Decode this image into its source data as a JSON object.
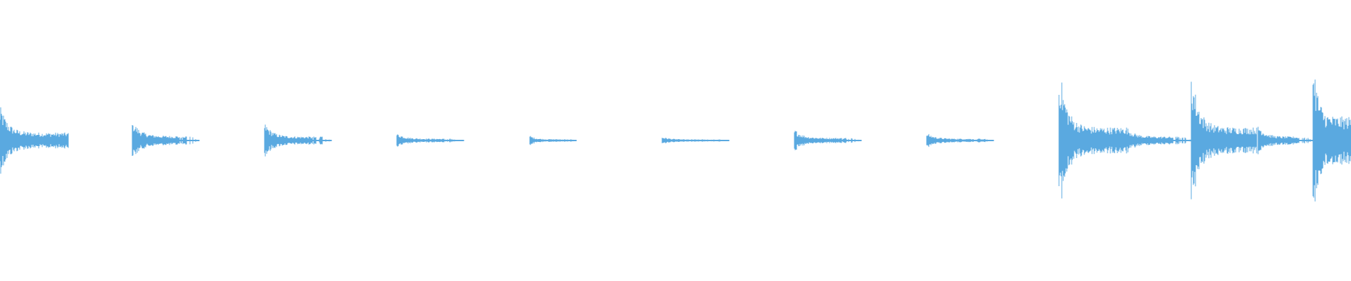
{
  "waveform": {
    "color": "#5aa9e0",
    "background": "#ffffff",
    "events": [
      {
        "start": 0.0,
        "peak": 0.28,
        "sustain": 0.06,
        "length": 0.051,
        "cont": true
      },
      {
        "start": 0.098,
        "peak": 0.16,
        "sustain": 0.035,
        "length": 0.05,
        "cont": false
      },
      {
        "start": 0.196,
        "peak": 0.14,
        "sustain": 0.03,
        "length": 0.05,
        "cont": false
      },
      {
        "start": 0.294,
        "peak": 0.06,
        "sustain": 0.014,
        "length": 0.05,
        "cont": false
      },
      {
        "start": 0.392,
        "peak": 0.04,
        "sustain": 0.01,
        "length": 0.035,
        "cont": false
      },
      {
        "start": 0.49,
        "peak": 0.03,
        "sustain": 0.008,
        "length": 0.05,
        "cont": false
      },
      {
        "start": 0.588,
        "peak": 0.09,
        "sustain": 0.02,
        "length": 0.05,
        "cont": false
      },
      {
        "start": 0.686,
        "peak": 0.06,
        "sustain": 0.014,
        "length": 0.05,
        "cont": false
      },
      {
        "start": 0.784,
        "peak": 0.6,
        "sustain": 0.1,
        "length": 0.049,
        "cont": true
      },
      {
        "start": 0.833,
        "peak": 0.12,
        "sustain": 0.03,
        "length": 0.05,
        "cont": false
      },
      {
        "start": 0.882,
        "peak": 0.56,
        "sustain": 0.1,
        "length": 0.049,
        "cont": true
      },
      {
        "start": 0.931,
        "peak": 0.13,
        "sustain": 0.03,
        "length": 0.041,
        "cont": false
      },
      {
        "start": 0.972,
        "peak": 0.72,
        "sustain": 0.18,
        "length": 0.03,
        "cont": true
      }
    ]
  }
}
